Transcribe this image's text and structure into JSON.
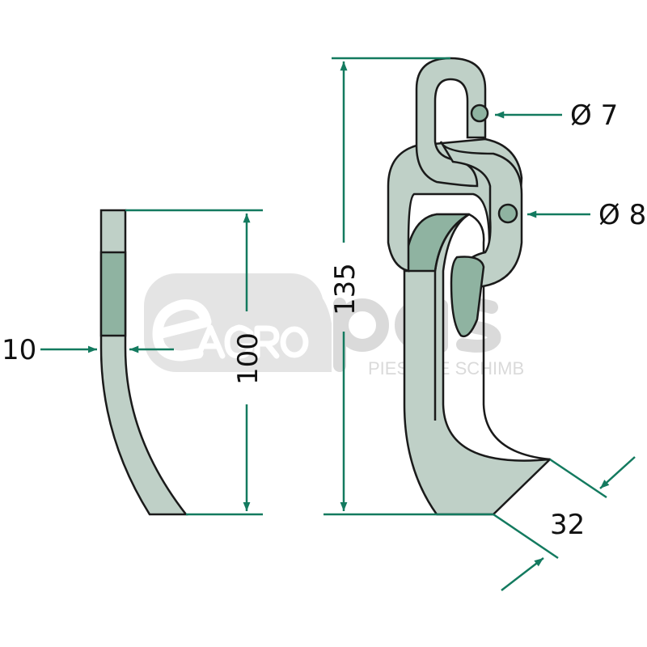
{
  "diagram": {
    "dimensions": {
      "thickness": "10",
      "blade_length": "100",
      "total_length": "135",
      "top_link_diameter": "Ø 7",
      "middle_link_diameter": "Ø 8",
      "blade_width": "32"
    },
    "colors": {
      "dimension": "#137a5f",
      "part_fill": "#bfd0c7",
      "part_shade": "#8fb3a1",
      "outline": "#1a1a1a"
    }
  },
  "watermark": {
    "brand": "eAGRO",
    "suffix": "pas",
    "tagline": "PIESE DE SCHIMB"
  }
}
